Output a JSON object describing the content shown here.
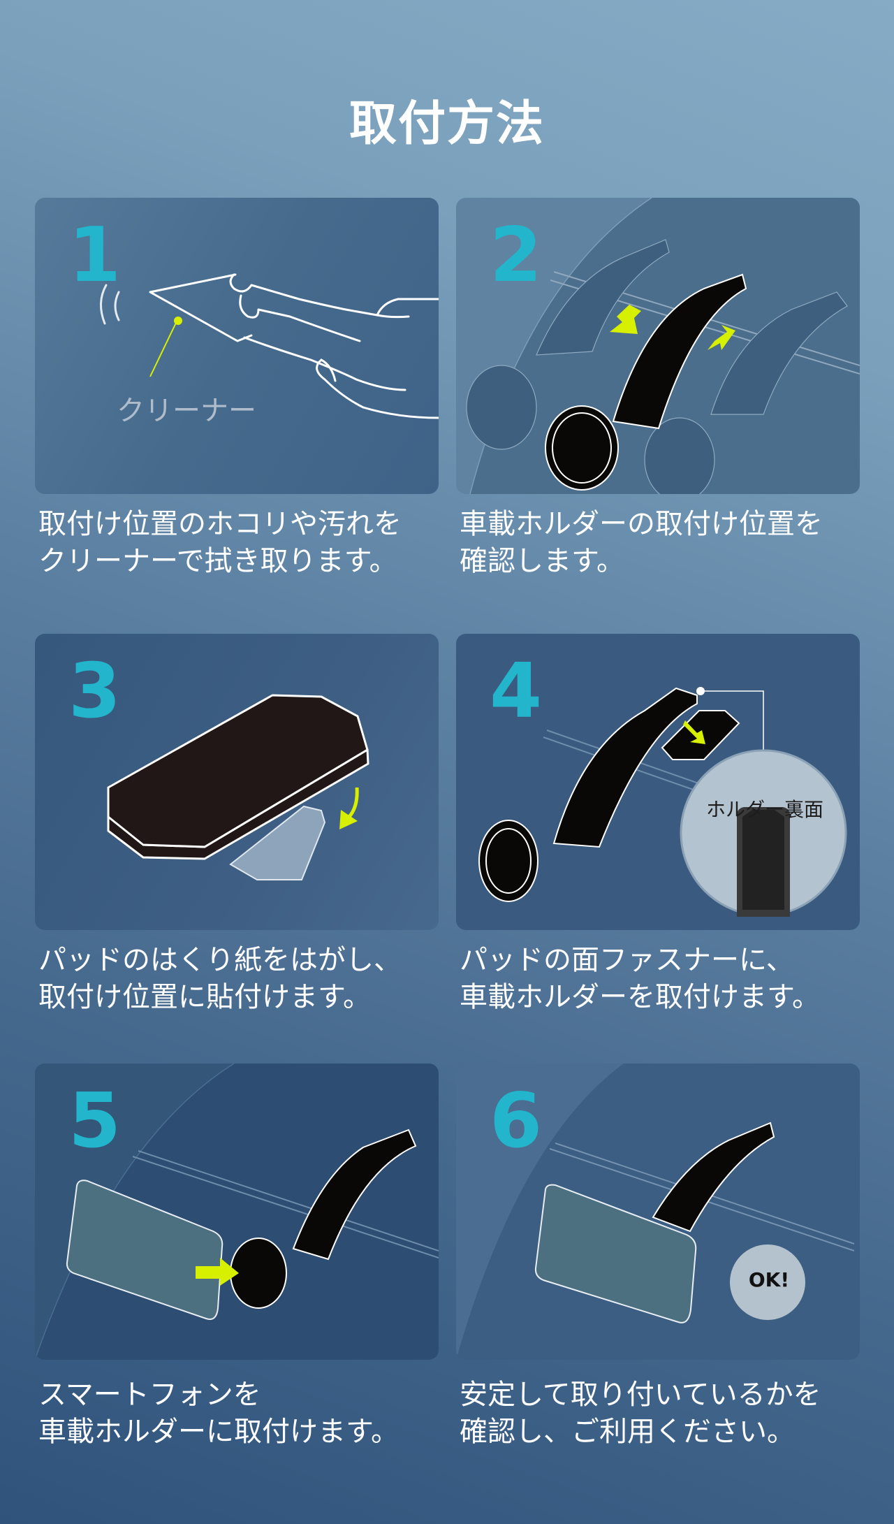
{
  "page": {
    "title": "取付方法",
    "colors": {
      "accent_number": "#22b5cc",
      "arrow_green": "#d7f000",
      "text": "#ffffff",
      "bg_light": "#86abc5",
      "bg_dark": "#2f537b"
    }
  },
  "steps": [
    {
      "number": "1",
      "caption_lines": [
        "取付け位置のホコリや汚れを",
        "クリーナーで拭き取ります。"
      ],
      "illustration": "hand-wiping-with-cleaner",
      "label": "クリーナー"
    },
    {
      "number": "2",
      "caption_lines": [
        "車載ホルダーの取付け位置を",
        "確認します。"
      ],
      "illustration": "holder-position-check"
    },
    {
      "number": "3",
      "caption_lines": [
        "パッドのはくり紙をはがし、",
        "取付け位置に貼付けます。"
      ],
      "illustration": "pad-peel-and-stick"
    },
    {
      "number": "4",
      "caption_lines": [
        "パッドの面ファスナーに、",
        "車載ホルダーを取付けます。"
      ],
      "illustration": "attach-holder-to-pad",
      "label": "ホルダー裏面"
    },
    {
      "number": "5",
      "caption_lines": [
        "スマートフォンを",
        "車載ホルダーに取付けます。"
      ],
      "illustration": "attach-phone-to-holder"
    },
    {
      "number": "6",
      "caption_lines": [
        "安定して取り付いているかを",
        "確認し、ご利用ください。"
      ],
      "illustration": "phone-mounted-ok",
      "label": "OK!"
    }
  ]
}
